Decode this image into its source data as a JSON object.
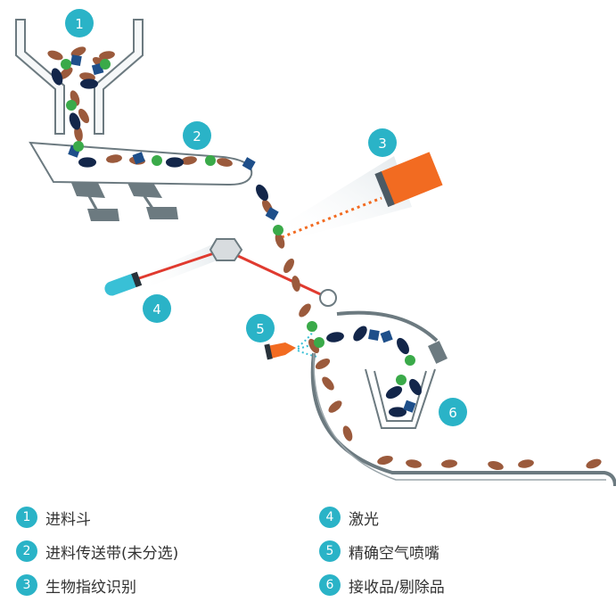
{
  "colors": {
    "badge": "#2ab3c7",
    "machine": "#6c7a80",
    "seed_brown": "#9b5a3c",
    "seed_dark": "#13264a",
    "stone_blue": "#1e4f8a",
    "pea_green": "#3aaa49",
    "camera_orange": "#f26b21",
    "laser_red": "#e03a2f",
    "laser_emitter": "#39c0d6"
  },
  "callouts": [
    "1",
    "2",
    "3",
    "4",
    "5",
    "6"
  ],
  "legend": [
    {
      "num": "1",
      "label": "进料斗"
    },
    {
      "num": "2",
      "label": "进料传送带(未分选)"
    },
    {
      "num": "3",
      "label": "生物指纹识别"
    },
    {
      "num": "4",
      "label": "激光"
    },
    {
      "num": "5",
      "label": "精确空气喷嘴"
    },
    {
      "num": "6",
      "label": "接收品/剔除品"
    }
  ]
}
